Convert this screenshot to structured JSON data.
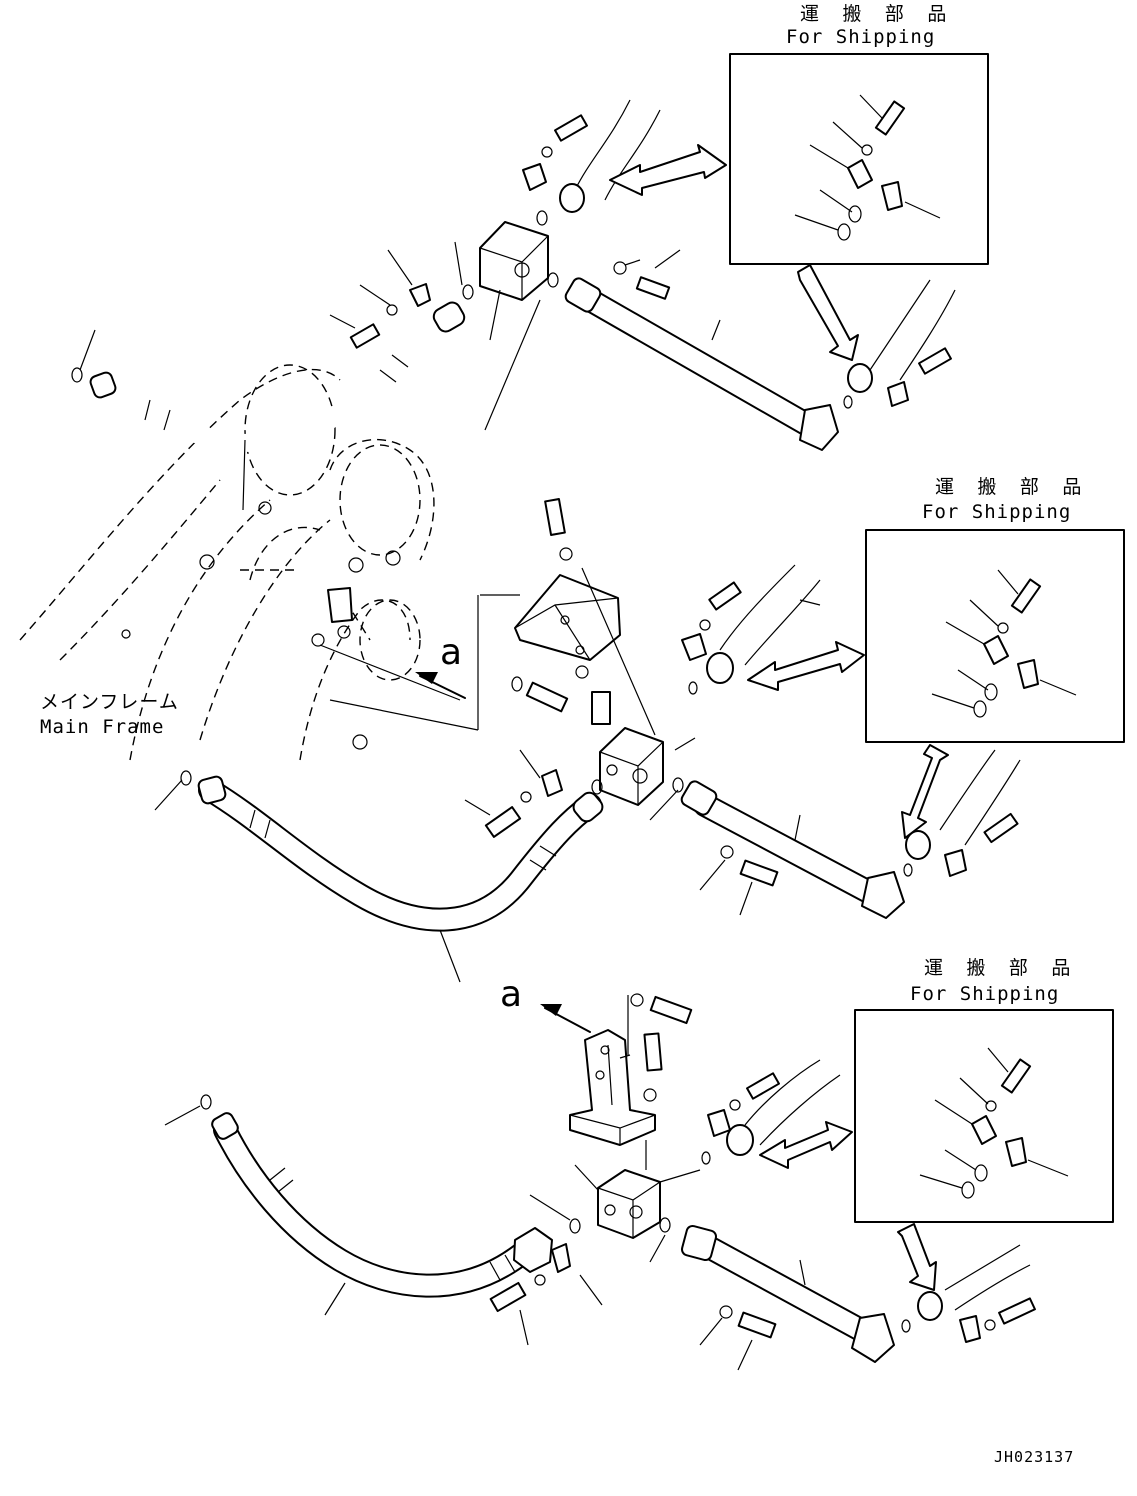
{
  "shipping_groups": [
    {
      "jp": "運 搬 部 品",
      "en": "For Shipping"
    },
    {
      "jp": "運 搬 部 品",
      "en": "For Shipping"
    },
    {
      "jp": "運 搬 部 品",
      "en": "For Shipping"
    }
  ],
  "main_frame": {
    "jp": "メインフレーム",
    "en": "Main Frame"
  },
  "view_markers": [
    "a",
    "a"
  ],
  "drawing_code": "JH023137"
}
